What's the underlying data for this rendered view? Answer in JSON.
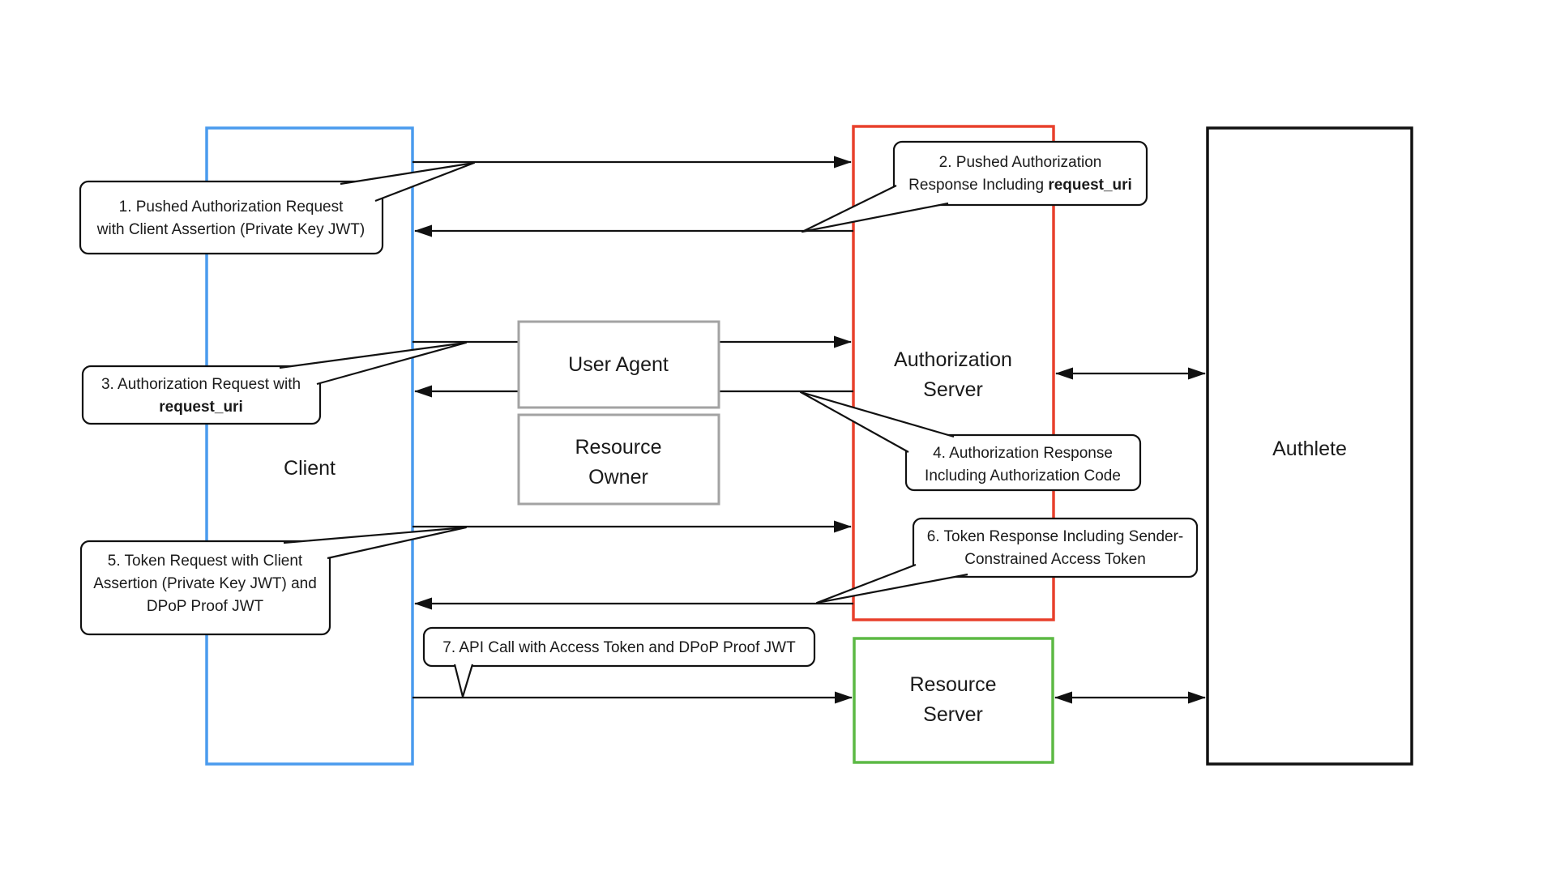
{
  "colors": {
    "client_blue": "#4A9BEE",
    "auth_server_red": "#E8402C",
    "resource_server_green": "#5CB944",
    "authlete_black": "#111111",
    "inner_gray": "#A3A3A3"
  },
  "boxes": {
    "client": {
      "label": "Client"
    },
    "auth_server": {
      "label_line1": "Authorization",
      "label_line2": "Server"
    },
    "resource_server": {
      "label_line1": "Resource",
      "label_line2": "Server"
    },
    "authlete": {
      "label": "Authlete"
    },
    "user_agent": {
      "label": "User Agent"
    },
    "resource_owner": {
      "label_line1": "Resource",
      "label_line2": "Owner"
    }
  },
  "callouts": {
    "c1": {
      "line1": "1. Pushed Authorization Request",
      "line2": "with Client Assertion (Private Key JWT)"
    },
    "c2": {
      "line1": "2. Pushed Authorization",
      "line2_prefix": "Response Including ",
      "line2_bold": "request_uri"
    },
    "c3": {
      "line1": "3. Authorization Request with",
      "line2_bold": "request_uri"
    },
    "c4": {
      "line1": "4. Authorization Response",
      "line2": "Including Authorization Code"
    },
    "c5": {
      "line1": "5. Token Request with Client",
      "line2": "Assertion (Private Key JWT) and",
      "line3": "DPoP Proof JWT"
    },
    "c6": {
      "line1": "6. Token Response Including Sender-",
      "line2": "Constrained Access Token"
    },
    "c7": {
      "line1": "7. API Call with Access Token and DPoP Proof JWT"
    }
  }
}
